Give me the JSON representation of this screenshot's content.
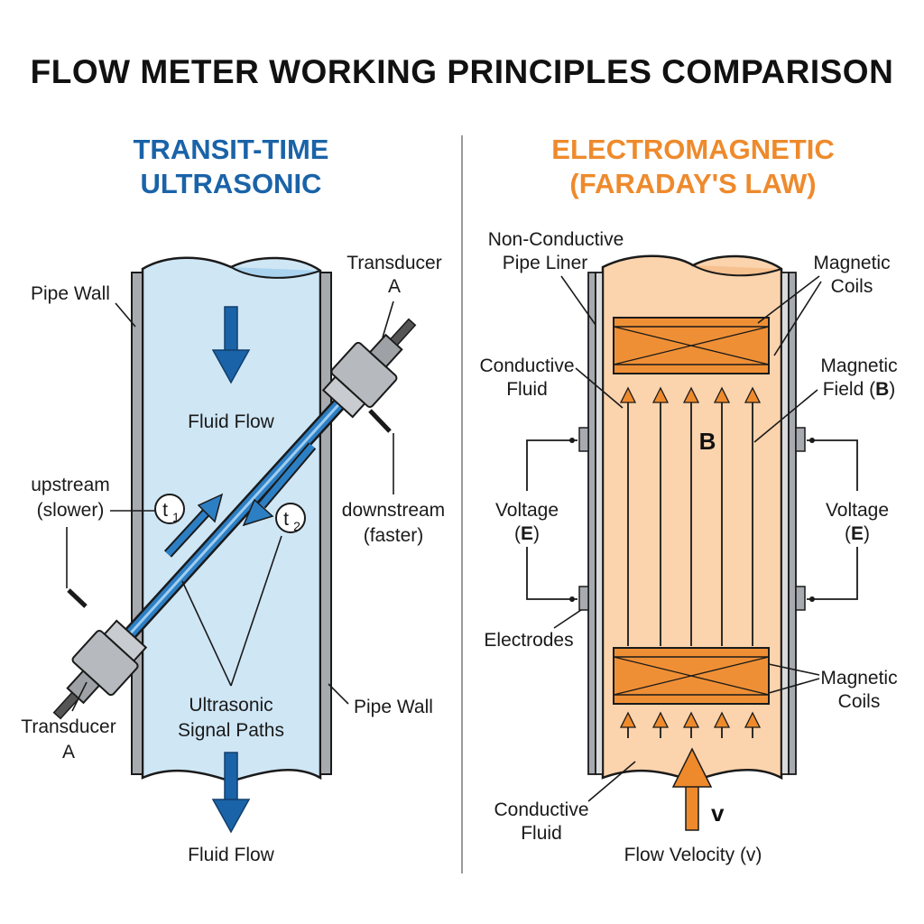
{
  "title": "FLOW METER WORKING PRINCIPLES COMPARISON",
  "left": {
    "heading_line1": "TRANSIT-TIME",
    "heading_line2": "ULTRASONIC",
    "pipe_wall_left": "Pipe Wall",
    "pipe_wall_right": "Pipe Wall",
    "transducer_top_line1": "Transducer",
    "transducer_top_line2": "A",
    "transducer_bottom_line1": "Transducer",
    "transducer_bottom_line2": "A",
    "fluid_flow_top": "Fluid Flow",
    "fluid_flow_bottom": "Fluid Flow",
    "upstream_line1": "upstream",
    "upstream_line2": "(slower)",
    "downstream_line1": "downstream",
    "downstream_line2": "(faster)",
    "t1_base": "t",
    "t1_sub": "1",
    "t2_base": "t",
    "t2_sub": "2",
    "signal_paths_line1": "Ultrasonic",
    "signal_paths_line2": "Signal Paths"
  },
  "right": {
    "heading_line1": "ELECTROMAGNETIC",
    "heading_line2": "(FARADAY'S LAW)",
    "liner_line1": "Non-Conductive",
    "liner_line2": "Pipe Liner",
    "coils_top_line1": "Magnetic",
    "coils_top_line2": "Coils",
    "conductive_fluid_top_line1": "Conductive",
    "conductive_fluid_top_line2": "Fluid",
    "field_line1": "Magnetic",
    "field_line2_text": "Field (",
    "field_line2_bold": "B",
    "field_line2_close": ")",
    "b_center": "B",
    "voltage_left_line1": "Voltage",
    "voltage_left_open": "(",
    "voltage_left_bold": "E",
    "voltage_left_close": ")",
    "voltage_right_line1": "Voltage",
    "voltage_right_open": "(",
    "voltage_right_bold": "E",
    "voltage_right_close": ")",
    "electrodes": "Electrodes",
    "coils_bottom_line1": "Magnetic",
    "coils_bottom_line2": "Coils",
    "conductive_fluid_bottom_line1": "Conductive",
    "conductive_fluid_bottom_line2": "Fluid",
    "v_symbol": "v",
    "flow_velocity": "Flow Velocity (v)"
  },
  "colors": {
    "title": "#111111",
    "ultrasonic_heading": "#1a63a8",
    "electromagnetic_heading": "#ee8a2c",
    "fluid_blue": "#cfe6f5",
    "fluid_peach": "#fbd3ad",
    "arrow_blue": "#1a63a8",
    "coil_orange": "#ee8a2c",
    "pipe_wall_gray": "#a7abb0"
  }
}
